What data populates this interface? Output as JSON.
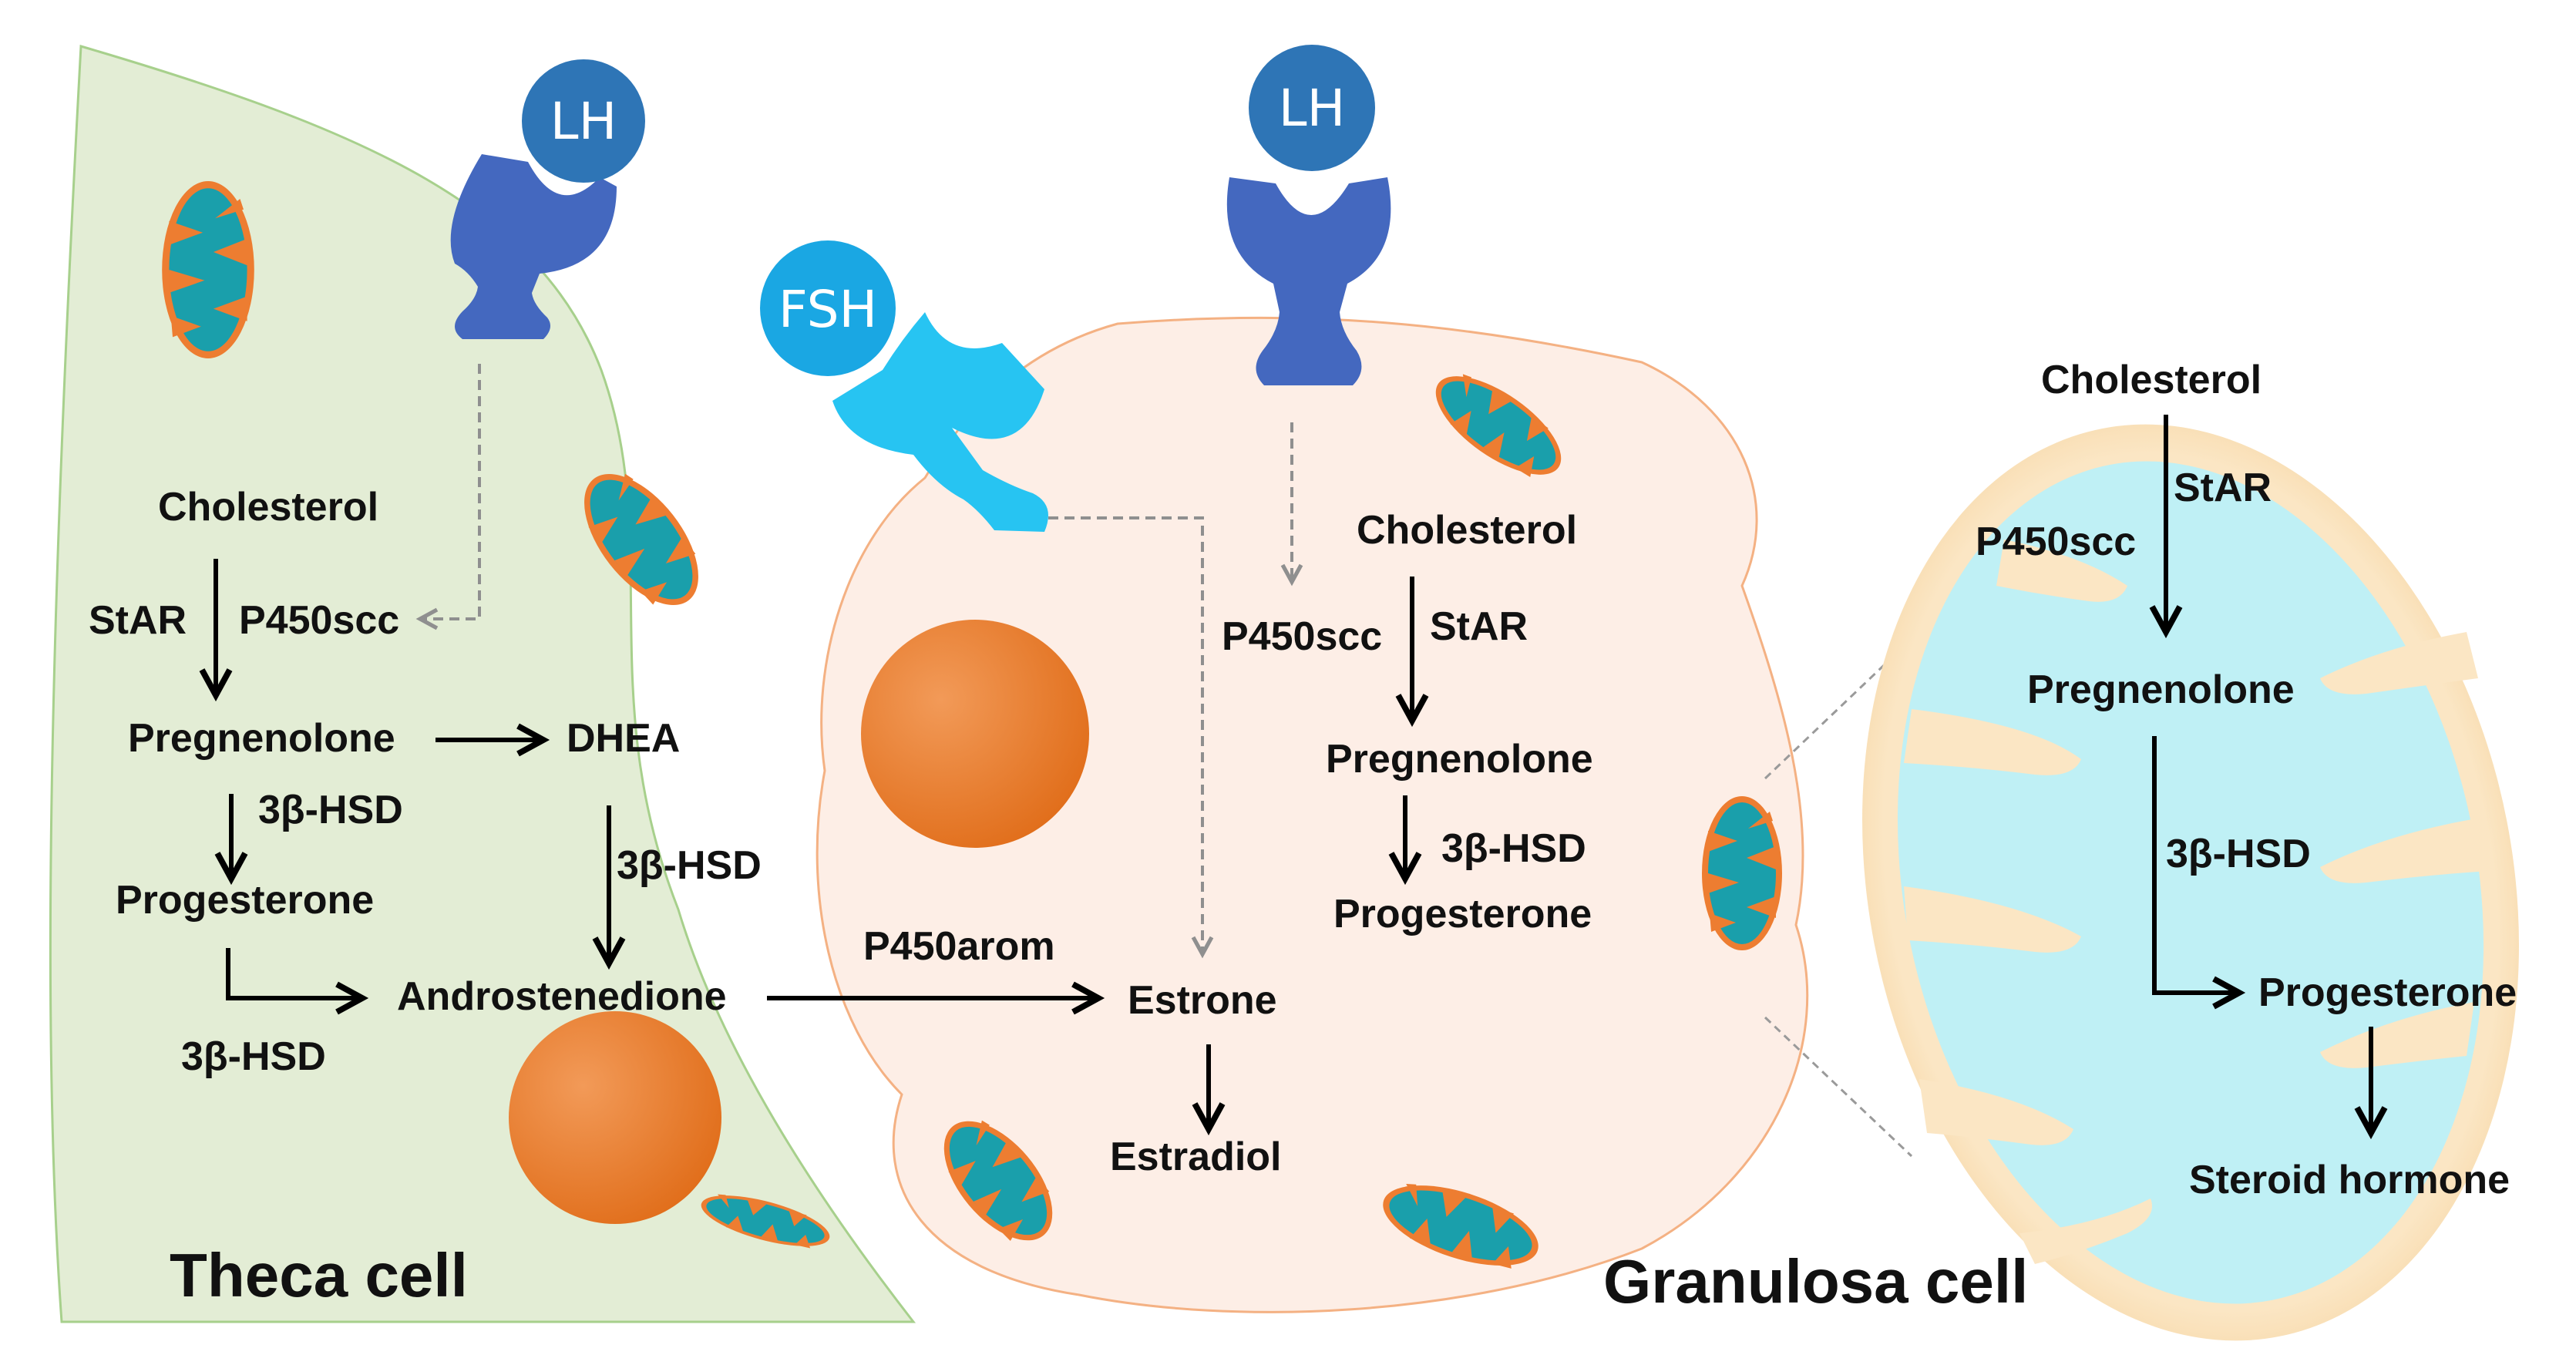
{
  "theca": {
    "title": "Theca cell",
    "lh": "LH",
    "cholesterol": "Cholesterol",
    "star": "StAR",
    "p450scc": "P450scc",
    "pregnenolone": "Pregnenolone",
    "dhea": "DHEA",
    "hsd_left": "3β-HSD",
    "progesterone": "Progesterone",
    "hsd_right": "3β-HSD",
    "androstenedione": "Androstenedione",
    "hsd_bottom": "3β-HSD"
  },
  "granulosa": {
    "title": "Granulosa cell",
    "lh": "LH",
    "fsh": "FSH",
    "p450arom": "P450arom",
    "estrone": "Estrone",
    "estradiol": "Estradiol",
    "cholesterol": "Cholesterol",
    "p450scc": "P450scc",
    "star": "StAR",
    "pregnenolone": "Pregnenolone",
    "hsd": "3β-HSD",
    "progesterone": "Progesterone"
  },
  "mitochondrion": {
    "cholesterol": "Cholesterol",
    "star": "StAR",
    "p450scc": "P450scc",
    "pregnenolone": "Pregnenolone",
    "hsd": "3β-HSD",
    "progesterone": "Progesterone",
    "steroid_hormone": "Steroid hormone"
  },
  "colors": {
    "theca_fill": "#e3edd5",
    "granulosa_fill": "#fdeee6",
    "receptor_dark": "#4468bf",
    "receptor_light": "#27c4f2",
    "nucleus": "#ed7d31",
    "mito_matrix": "#bff0f5",
    "mito_teal": "#1a9fab"
  }
}
